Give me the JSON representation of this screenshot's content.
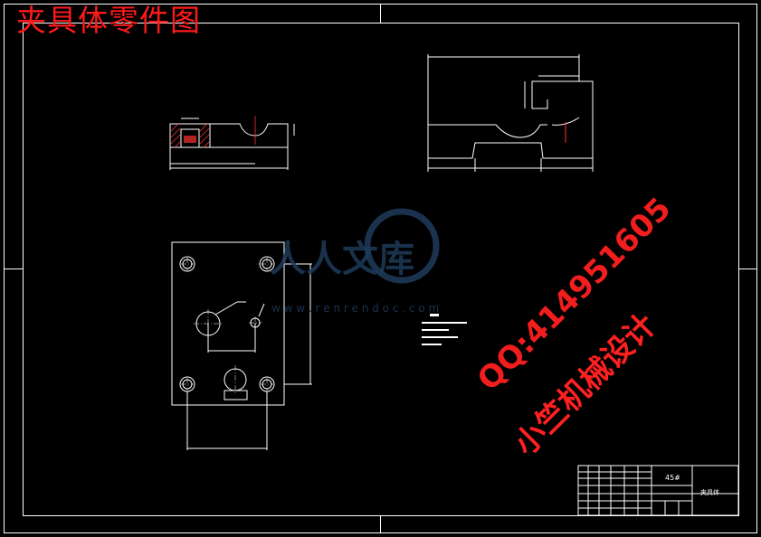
{
  "header": {
    "title": "夹具体零件图"
  },
  "watermark": {
    "logo_text": "人人文库",
    "url_text": "w w w . r e n r e n d o c . c o m",
    "contact": "QQ:414951605",
    "designer": "小竺机械设计"
  },
  "title_block": {
    "material": "45#",
    "part_name": "夹具体"
  },
  "colors": {
    "background": "#000000",
    "lines": "#ffffff",
    "section_hatch": "#ff3030",
    "watermark_red": "#ff2020",
    "logo_blue": "#1e3b5a"
  }
}
